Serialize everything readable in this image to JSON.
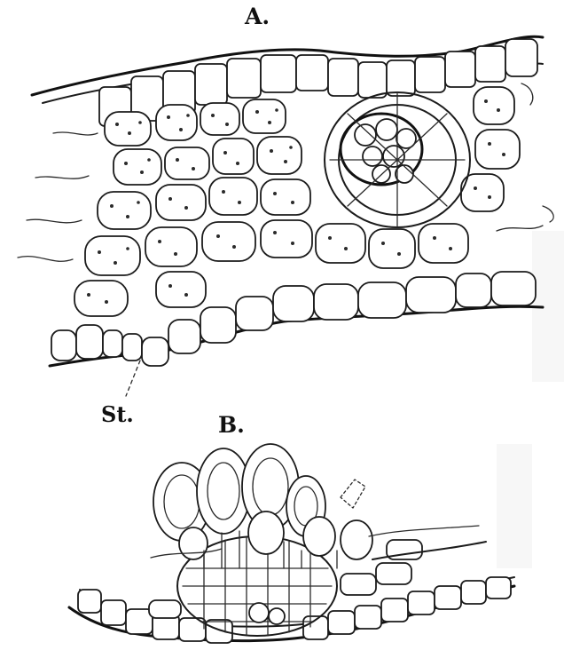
{
  "figure": {
    "panel_a": {
      "label": "A.",
      "annotation": "St."
    },
    "panel_b": {
      "label": "B."
    }
  }
}
